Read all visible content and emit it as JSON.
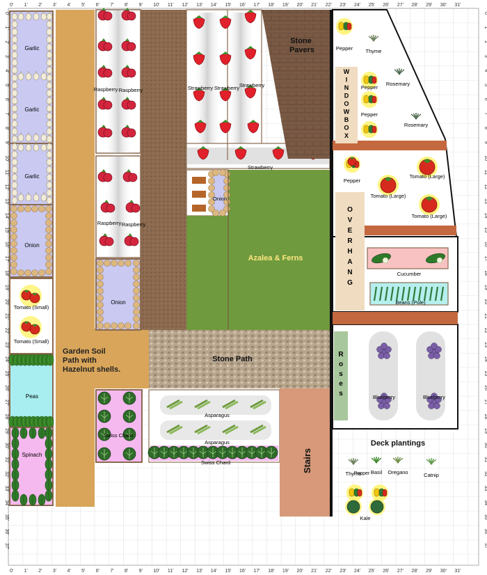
{
  "ruler": {
    "columns": [
      "0'",
      "1'",
      "2'",
      "3'",
      "4'",
      "5'",
      "6'",
      "7'",
      "8'",
      "9'",
      "10'",
      "11'",
      "12'",
      "13'",
      "14'",
      "15'",
      "16'",
      "17'",
      "18'",
      "19'",
      "20'",
      "21'",
      "22'",
      "23'",
      "24'",
      "25'",
      "26'",
      "27'",
      "28'",
      "29'",
      "30'",
      "31'"
    ],
    "rows": [
      "0'",
      "1'",
      "2'",
      "3'",
      "4'",
      "5'",
      "6'",
      "7'",
      "8'",
      "9'",
      "10'",
      "11'",
      "12'",
      "13'",
      "14'",
      "15'",
      "16'",
      "17'",
      "18'",
      "19'",
      "20'",
      "21'",
      "22'",
      "23'",
      "24'",
      "25'",
      "26'",
      "27'",
      "28'",
      "29'",
      "30'",
      "31'",
      "32'",
      "33'",
      "34'",
      "35'",
      "36'",
      "37'"
    ]
  },
  "areas": {
    "garden_path": "Garden Soil Path with Hazelnut shells.",
    "garden_path_lines": [
      "Garden Soil",
      "Path with",
      "Hazelnut shells."
    ],
    "stone_pavers": "Stone Pavers",
    "stone_pavers_lines": [
      "Stone",
      "Pavers"
    ],
    "azalea": "Azalea & Ferns",
    "stone_path": "Stone Path",
    "stairs": "Stairs",
    "windowbox": "WINDOWBOX",
    "overhang": "OVERHANG",
    "roses": "Roses",
    "deck": "Deck plantings"
  },
  "beds": {
    "garlic": [
      "Garlic",
      "Garlic",
      "Garlic"
    ],
    "onion": [
      "Onion",
      "Onion",
      "Onion"
    ],
    "tomato_small": [
      "Tomato (Small)",
      "Tomato (Small)"
    ],
    "peas": "Peas",
    "spinach": "Spinach",
    "raspberry": [
      "Raspberry",
      "Raspberry",
      "Raspberry",
      "Raspberry"
    ],
    "strawberry": [
      "Strawberry",
      "Strawberry",
      "Strawberry",
      "Strawberry"
    ],
    "swiss_chard": [
      "Swiss Chard",
      "Swiss Chard"
    ],
    "asparagus": [
      "Asparagus",
      "Asparagus"
    ]
  },
  "deck_plants": {
    "pepper": [
      "Pepper",
      "Pepper",
      "Pepper",
      "Pepper",
      "Pepper"
    ],
    "thyme": [
      "Thyme",
      "Thyme"
    ],
    "rosemary": [
      "Rosemary",
      "Rosemary"
    ],
    "tomato_large": [
      "Tomato (Large)",
      "Tomato (Large)",
      "Tomato (Large)"
    ],
    "cucumber": "Cucumber",
    "beans": "Beans (Pole)",
    "blueberry": [
      "Blueberry",
      "Blueberry"
    ],
    "basil": "Basil",
    "oregano": "Oregano",
    "catnip": "Catnip",
    "kale": "Kale"
  },
  "colors": {
    "soil_path": "#d9a55a",
    "soil_bed": "#8b6a4f",
    "lawn": "#6f9a3e",
    "pavers": "#7a5a45",
    "stone": "#b7a58e",
    "stairs": "#d7997a",
    "deck_rail": "#c4683f",
    "garlic_bed": "#c9c9f2",
    "peas_bed": "#a8eef0",
    "spinach_bed": "#f5b9ef",
    "cucumber_bed": "#f8c2c2",
    "beans_bed": "#b6efee",
    "roses": "#a9c79c",
    "windowbox": "#f0dcc0"
  }
}
